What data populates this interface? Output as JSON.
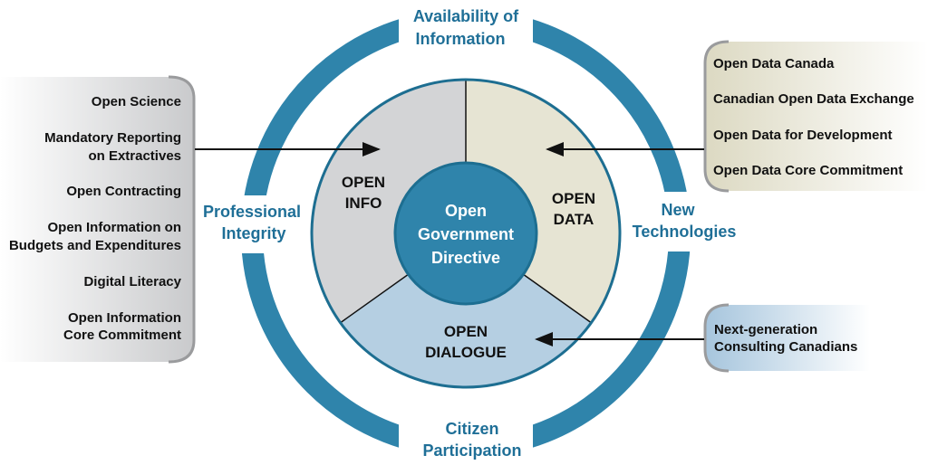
{
  "ring_labels": {
    "top": [
      "Availability of",
      "Information"
    ],
    "left": [
      "Professional",
      "Integrity"
    ],
    "right": [
      "New",
      "Technologies"
    ],
    "bottom": [
      "Citizen",
      "Participation"
    ]
  },
  "center": [
    "Open",
    "Government",
    "Directive"
  ],
  "segments": {
    "info": [
      "OPEN",
      "INFO"
    ],
    "data": [
      "OPEN",
      "DATA"
    ],
    "dialogue": [
      "OPEN",
      "DIALOGUE"
    ]
  },
  "left_box": {
    "items": [
      [
        "Open Science"
      ],
      [
        "Mandatory Reporting",
        "on Extractives"
      ],
      [
        "Open Contracting"
      ],
      [
        "Open Information on",
        "Budgets and Expenditures"
      ],
      [
        "Digital Literacy"
      ],
      [
        "Open Information",
        "Core Commitment"
      ]
    ]
  },
  "right_box": {
    "items": [
      "Open Data Canada",
      "Canadian Open Data Exchange",
      "Open Data for Development",
      "Open Data Core Commitment"
    ]
  },
  "dialogue_box": {
    "items": [
      "Next-generation",
      "Consulting Canadians"
    ]
  },
  "colors": {
    "ring": "#2f84ab",
    "info": "#d3d4d6",
    "data": "#e6e4d3",
    "dialogue": "#b5cfe2",
    "center": "#2f84ab"
  }
}
